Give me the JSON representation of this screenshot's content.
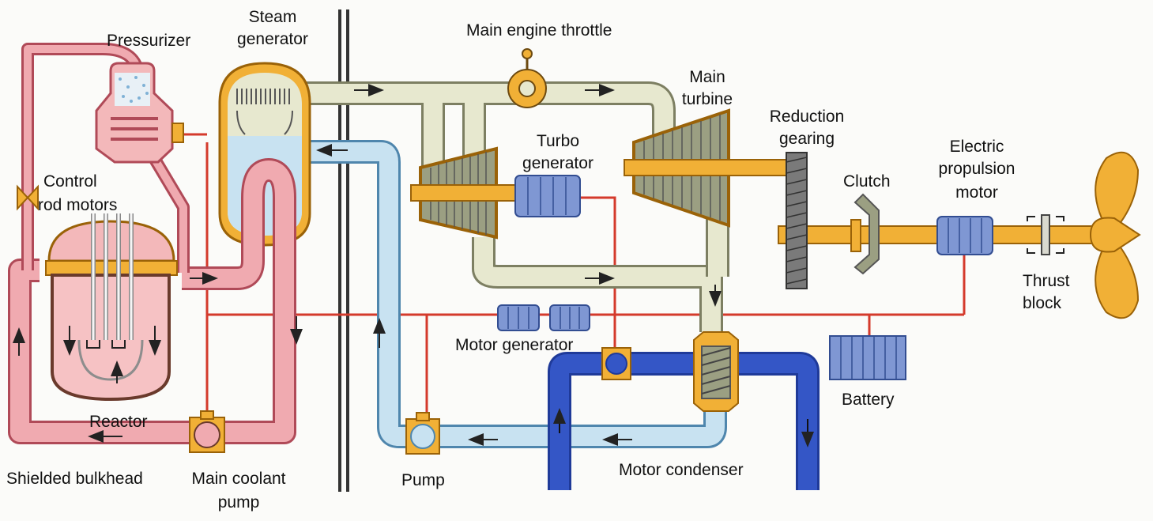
{
  "labels": {
    "pressurizer": "Pressurizer",
    "steam_gen_1": "Steam",
    "steam_gen_2": "generator",
    "throttle": "Main engine throttle",
    "main_turbine_1": "Main",
    "main_turbine_2": "turbine",
    "reduction_1": "Reduction",
    "reduction_2": "gearing",
    "turbo_gen_1": "Turbo",
    "turbo_gen_2": "generator",
    "electric_1": "Electric",
    "electric_2": "propulsion",
    "electric_3": "motor",
    "clutch": "Clutch",
    "control_1": "Control",
    "control_2": "rod motors",
    "thrust_1": "Thrust",
    "thrust_2": "block",
    "motor_generator": "Motor generator",
    "battery": "Battery",
    "reactor": "Reactor",
    "shielded_bulkhead": "Shielded bulkhead",
    "main_coolant_1": "Main coolant",
    "main_coolant_2": "pump",
    "pump": "Pump",
    "motor_condenser": "Motor condenser"
  },
  "colors": {
    "primary_loop": "#f0aab0",
    "primary_edge": "#b04a58",
    "steam": "#e7e8cf",
    "steam_edge": "#7d7f62",
    "feedwater": "#c8e2f1",
    "feedwater_edge": "#4f86ad",
    "seawater": "#3456c6",
    "shaft": "#f1b036",
    "shaft_edge": "#9a6208",
    "electric_line": "#d43a2c",
    "machine": "#7f97d3",
    "machine_edge": "#324d91",
    "bulkhead": "#333333"
  }
}
